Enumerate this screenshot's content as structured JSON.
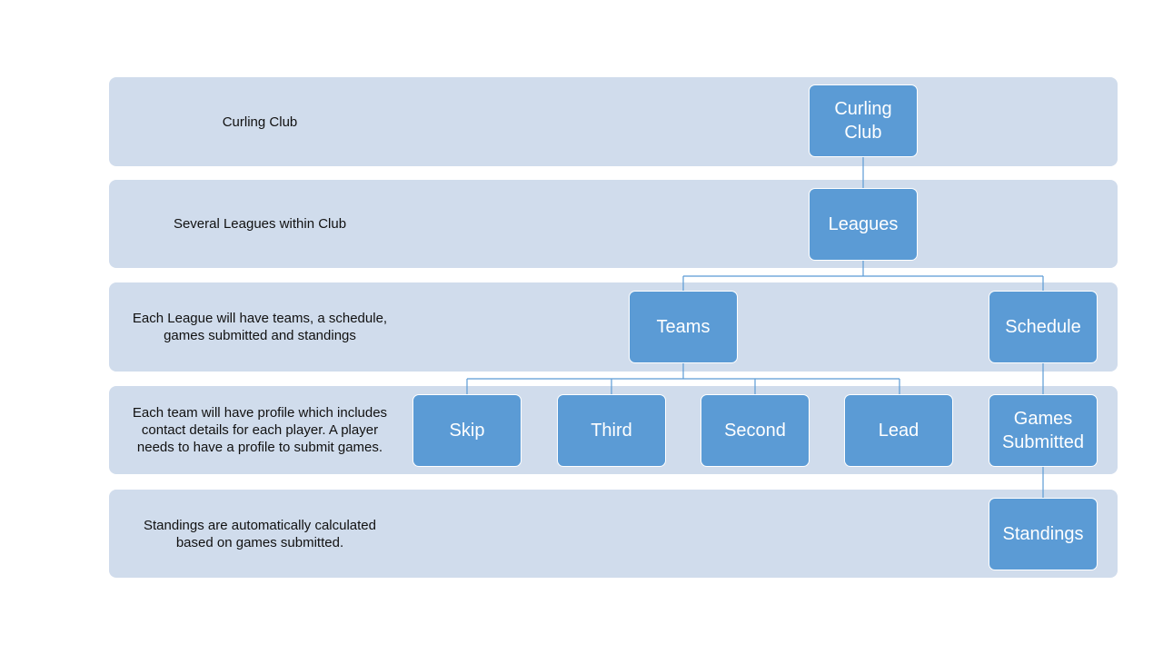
{
  "colors": {
    "band_fill": "#d0dcec",
    "node_fill": "#5b9bd5",
    "node_text": "#ffffff",
    "connector": "#5b9bd5"
  },
  "bands": [
    {
      "label": "Curling Club"
    },
    {
      "label": "Several Leagues within Club"
    },
    {
      "label": "Each League will have teams, a schedule,\ngames submitted and standings"
    },
    {
      "label": "Each team will have profile which includes\ncontact details for each player.  A player\nneeds to have a profile to submit games."
    },
    {
      "label": "Standings are automatically calculated\nbased on games submitted."
    }
  ],
  "nodes": {
    "curling_club": "Curling\nClub",
    "leagues": "Leagues",
    "teams": "Teams",
    "schedule": "Schedule",
    "skip": "Skip",
    "third": "Third",
    "second": "Second",
    "lead": "Lead",
    "games_submitted": "Games\nSubmitted",
    "standings": "Standings"
  }
}
